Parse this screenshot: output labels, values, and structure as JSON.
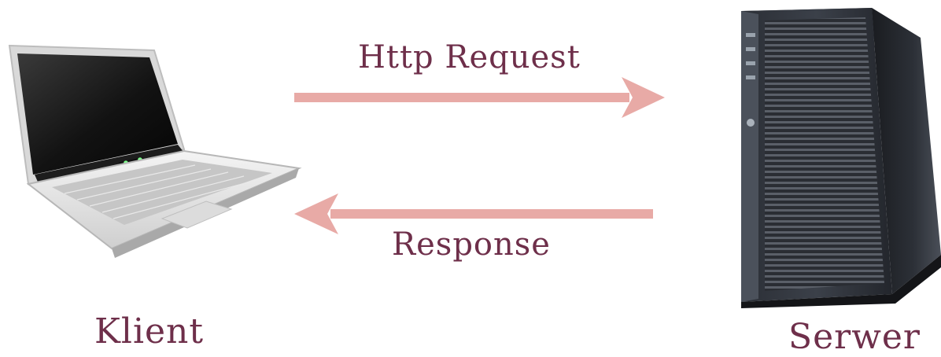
{
  "diagram": {
    "request_label": "Http Request",
    "response_label": "Response",
    "client_label": "Klient",
    "server_label": "Serwer"
  },
  "colors": {
    "arrow": "#e8aaa6",
    "label_text": "#6e2f4a"
  },
  "icons": {
    "client": "laptop-icon",
    "server": "server-tower-icon"
  }
}
